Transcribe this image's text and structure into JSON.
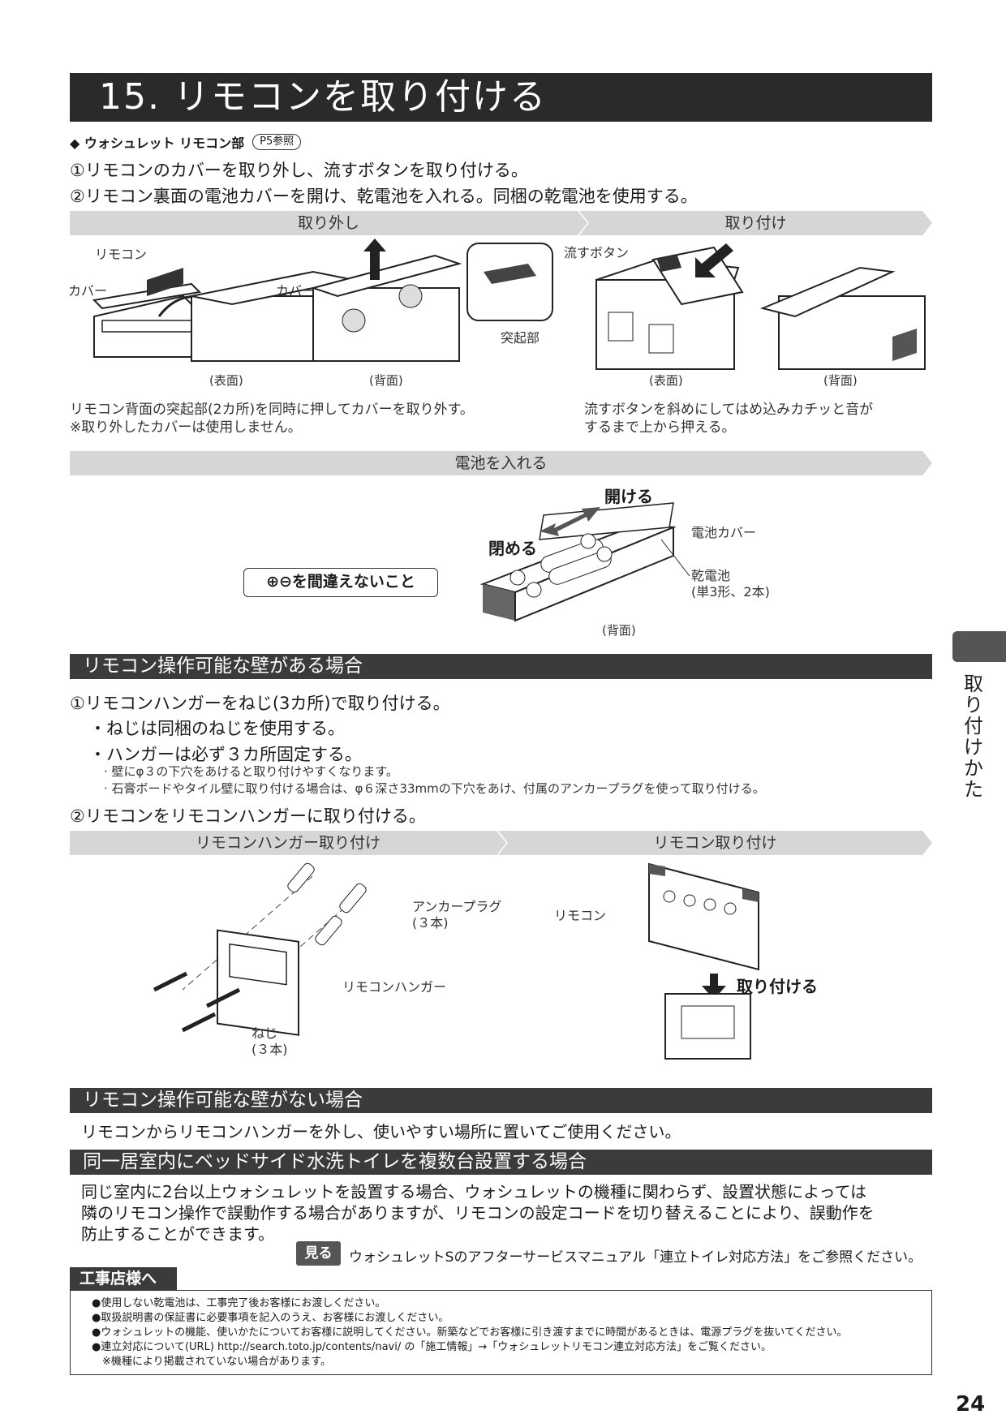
{
  "title": "15. リモコンを取り付ける",
  "subtitle": {
    "bullet": "◆ ウォシュレット リモコン部",
    "ref": "P5参照"
  },
  "steps": [
    "①リモコンのカバーを取り外し、流すボタンを取り付ける。",
    "②リモコン裏面の電池カバーを開け、乾電池を入れる。同梱の乾電池を使用する。"
  ],
  "bands": {
    "remove": "取り外し",
    "attach": "取り付け",
    "battery": "電池を入れる",
    "hanger": "リモコンハンガー取り付け",
    "remote_attach": "リモコン取り付け"
  },
  "remove_figure": {
    "labels": {
      "remocon": "リモコン",
      "cover1": "カバー",
      "cover2": "カバー",
      "protrusion": "突起部",
      "front": "(表面)",
      "back": "(背面)"
    },
    "caption": [
      "リモコン背面の突起部(2カ所)を同時に押してカバーを取り外す。",
      "※取り外したカバーは使用しません。"
    ]
  },
  "attach_figure": {
    "labels": {
      "flush_button": "流すボタン",
      "front": "(表面)",
      "back": "(背面)"
    },
    "caption": [
      "流すボタンを斜めにしてはめ込みカチッと音が",
      "するまで上から押える。"
    ]
  },
  "battery_figure": {
    "open": "開ける",
    "close": "閉める",
    "battery_cover": "電池カバー",
    "battery": "乾電池",
    "battery_spec": "(単3形、2本)",
    "polarity_note": "⊕⊖を間違えないこと",
    "back": "(背面)"
  },
  "section_wall": {
    "heading": "リモコン操作可能な壁がある場合",
    "step1": "①リモコンハンガーをねじ(3カ所)で取り付ける。",
    "bullets": [
      "・ねじは同梱のねじを使用する。",
      "・ハンガーは必ず３カ所固定する。"
    ],
    "notes": [
      "· 壁にφ３の下穴をあけると取り付けやすくなります。",
      "· 石膏ボードやタイル壁に取り付ける場合は、φ６深さ33mmの下穴をあけ、付属のアンカープラグを使って取り付ける。"
    ],
    "step2": "②リモコンをリモコンハンガーに取り付ける。"
  },
  "hanger_figure": {
    "anchor": "アンカープラグ",
    "anchor_qty": "(３本)",
    "hanger": "リモコンハンガー",
    "screw": "ねじ",
    "screw_qty": "(３本)"
  },
  "remote_figure": {
    "remocon": "リモコン",
    "attach": "取り付ける"
  },
  "section_nowall": {
    "heading": "リモコン操作可能な壁がない場合",
    "text": "リモコンからリモコンハンガーを外し、使いやすい場所に置いてご使用ください。"
  },
  "section_multi": {
    "heading": "同一居室内にベッドサイド水洗トイレを複数台設置する場合",
    "lines": [
      "同じ室内に2台以上ウォシュレットを設置する場合、ウォシュレットの機種に関わらず、設置状態によっては",
      "隣のリモコン操作で誤動作する場合がありますが、リモコンの設定コードを切り替えることにより、誤動作を",
      "防止することができます。"
    ],
    "see_badge": "見る",
    "see_text": "ウォシュレットSのアフターサービスマニュアル「連立トイレ対応方法」をご参照ください。"
  },
  "notice": {
    "label": "工事店様へ",
    "items": [
      "●使用しない乾電池は、工事完了後お客様にお渡しください。",
      "●取扱説明書の保証書に必要事項を記入のうえ、お客様にお渡しください。",
      "●ウォシュレットの機能、使いかたについてお客様に説明してください。新築などでお客様に引き渡すまでに時間があるときは、電源プラグを抜いてください。",
      "●連立対応について(URL) http://search.toto.jp/contents/navi/ の「施工情報」→「ウォシュレットリモコン連立対応方法」をご覧ください。",
      "　※機種により掲載されていない場合があります。"
    ]
  },
  "side_tab": "取り付けかた",
  "page_number": "24"
}
